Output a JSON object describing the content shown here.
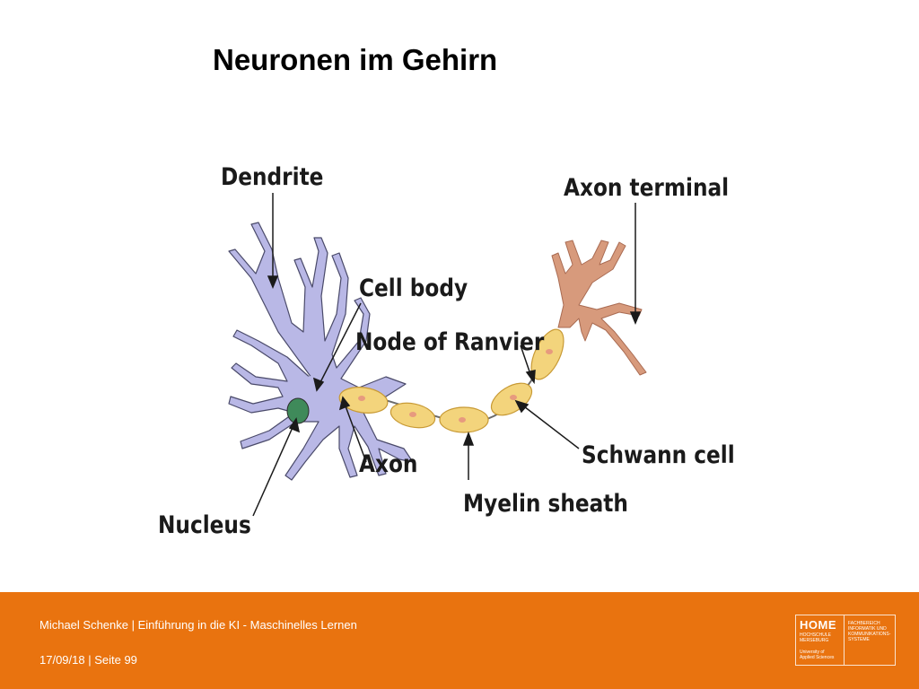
{
  "slide": {
    "title": "Neuronen im Gehirn"
  },
  "diagram": {
    "labels": {
      "dendrite": "Dendrite",
      "axon_terminal": "Axon terminal",
      "cell_body": "Cell body",
      "node_of_ranvier": "Node of Ranvier",
      "axon": "Axon",
      "schwann_cell": "Schwann cell",
      "nucleus": "Nucleus",
      "myelin_sheath": "Myelin sheath"
    },
    "colors": {
      "cell_body": "#b9b8e6",
      "nucleus": "#3f8a5a",
      "myelin": "#f3d47c",
      "myelin_outline": "#c89a35",
      "axon_terminal": "#d79a7c",
      "outline": "#4a4a6a"
    }
  },
  "footer": {
    "author_line": "Michael Schenke | Einführung in  die KI - Maschinelles Lernen",
    "date_line": "17/09/18 | Seite 99",
    "background": "#e9730f",
    "logo": {
      "brand": "HOME",
      "left_lines": [
        "HOCHSCHULE",
        "MERSEBURG",
        "University of",
        "Applied Sciences"
      ],
      "right_lines": [
        "FACHBEREICH",
        "INFORMATIK UND",
        "KOMMUNIKATIONS-",
        "SYSTEME"
      ]
    }
  }
}
